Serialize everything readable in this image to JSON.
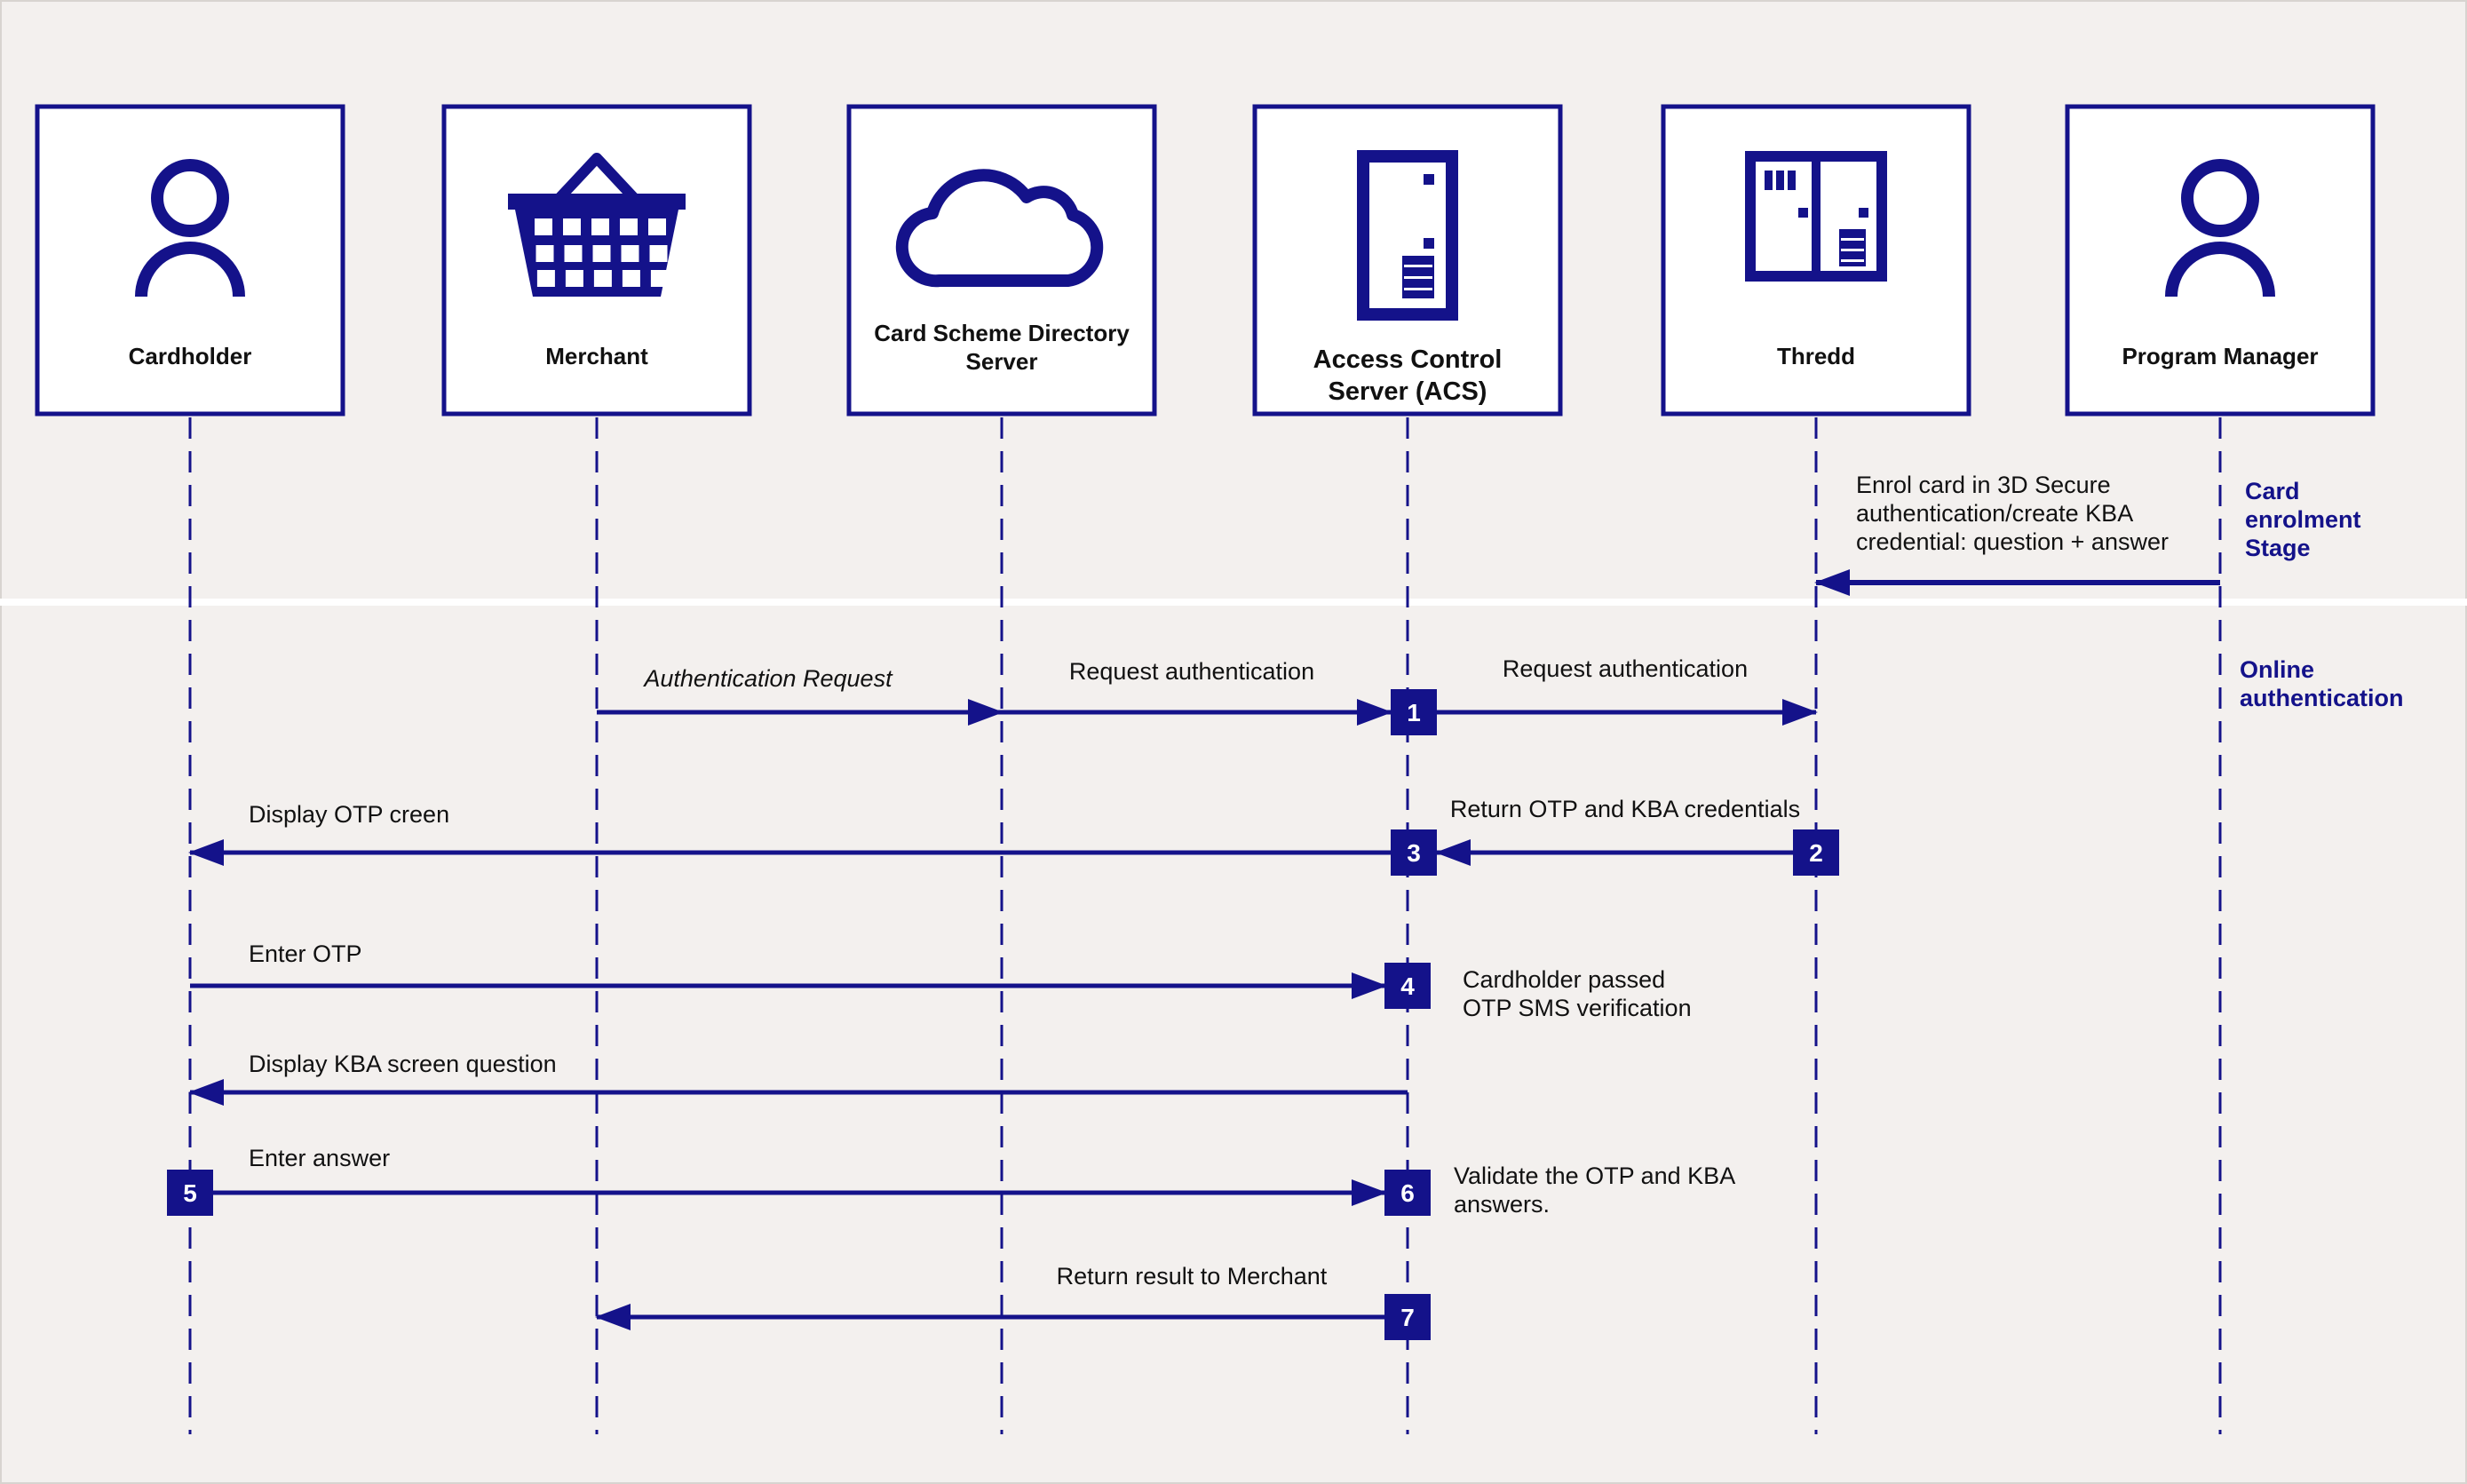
{
  "colors": {
    "background": "#f3f0ee",
    "navy": "#14128a",
    "white": "#ffffff",
    "stage_divider": "#ffffff",
    "text": "#111111"
  },
  "actors": [
    {
      "id": "cardholder",
      "icon": "person-icon",
      "label_lines": [
        "Cardholder"
      ]
    },
    {
      "id": "merchant",
      "icon": "basket-icon",
      "label_lines": [
        "Merchant"
      ]
    },
    {
      "id": "directory",
      "icon": "cloud-icon",
      "label_lines": [
        "Card Scheme Directory",
        "Server"
      ]
    },
    {
      "id": "acs",
      "icon": "server-icon",
      "label_lines": [
        "Access Control",
        "Server (ACS)"
      ]
    },
    {
      "id": "thredd",
      "icon": "server-rack-icon",
      "label_lines": [
        "Thredd"
      ]
    },
    {
      "id": "program_manager",
      "icon": "person-icon",
      "label_lines": [
        "Program Manager"
      ]
    }
  ],
  "stages": [
    {
      "id": "enrolment",
      "label_lines": [
        "Card",
        "enrolment",
        "Stage"
      ]
    },
    {
      "id": "online",
      "label_lines": [
        "Online",
        "authentication"
      ]
    }
  ],
  "messages": [
    {
      "id": "enrol",
      "from": "program_manager",
      "to": "thredd",
      "label_lines": [
        "Enrol card in 3D Secure",
        "authentication/create KBA",
        "credential: question + answer"
      ],
      "italic": false
    },
    {
      "id": "auth-request",
      "from": "merchant",
      "to": "directory",
      "label_lines": [
        "Authentication Request"
      ],
      "italic": true
    },
    {
      "id": "request-auth-1",
      "from": "directory",
      "to": "acs",
      "label_lines": [
        "Request authentication"
      ],
      "italic": false
    },
    {
      "id": "request-auth-2",
      "from": "acs",
      "to": "thredd",
      "label_lines": [
        "Request authentication"
      ],
      "italic": false
    },
    {
      "id": "return-otp-kba",
      "from": "thredd",
      "to": "acs",
      "label_lines": [
        "Return OTP and KBA credentials"
      ],
      "italic": false
    },
    {
      "id": "display-otp",
      "from": "acs",
      "to": "cardholder",
      "label_lines": [
        "Display OTP creen"
      ],
      "italic": false
    },
    {
      "id": "enter-otp",
      "from": "cardholder",
      "to": "acs",
      "label_lines": [
        "Enter OTP"
      ],
      "italic": false
    },
    {
      "id": "display-kba",
      "from": "acs",
      "to": "cardholder",
      "label_lines": [
        "Display KBA screen question"
      ],
      "italic": false
    },
    {
      "id": "enter-answer",
      "from": "cardholder",
      "to": "acs",
      "label_lines": [
        "Enter answer"
      ],
      "italic": false
    },
    {
      "id": "return-result",
      "from": "acs",
      "to": "merchant",
      "label_lines": [
        "Return result to Merchant"
      ],
      "italic": false
    }
  ],
  "notes": [
    {
      "id": "otp-passed",
      "label_lines": [
        "Cardholder passed",
        "OTP SMS verification"
      ]
    },
    {
      "id": "validate",
      "label_lines": [
        "Validate the OTP and KBA",
        "answers."
      ]
    }
  ],
  "step_markers": [
    {
      "number": "1",
      "actor": "acs"
    },
    {
      "number": "2",
      "actor": "thredd"
    },
    {
      "number": "3",
      "actor": "acs"
    },
    {
      "number": "4",
      "actor": "acs"
    },
    {
      "number": "5",
      "actor": "cardholder"
    },
    {
      "number": "6",
      "actor": "acs"
    },
    {
      "number": "7",
      "actor": "acs"
    }
  ]
}
